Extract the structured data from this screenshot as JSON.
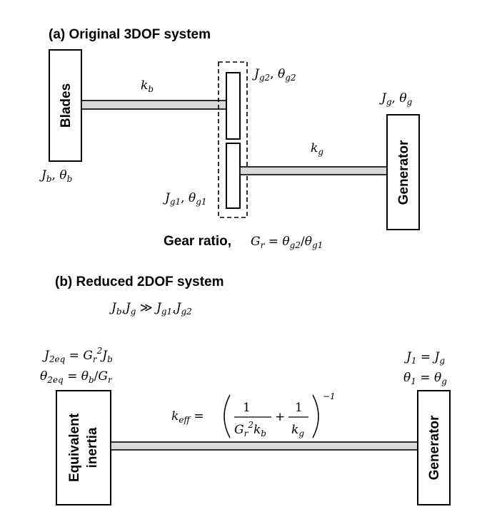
{
  "panel_a": {
    "heading": "(a) Original 3DOF system",
    "blades_label": "Blades",
    "generator_label": "Generator",
    "kb": "k_b",
    "kg": "k_g",
    "blades_inertia": "J_b, θ_b",
    "gear2_inertia": "J_g2, θ_g2",
    "gear1_inertia": "J_g1, θ_g1",
    "generator_inertia": "J_g, θ_g",
    "gear_ratio_text": "Gear ratio,",
    "gear_ratio_formula": "G_r = θ_g2/θ_g1"
  },
  "panel_b": {
    "heading": "(b) Reduced 2DOF system",
    "assumption": "J_b, J_g ≫ J_g1, J_g2",
    "equiv_label_line1": "Equivalent",
    "equiv_label_line2": "inertia",
    "generator_label": "Generator",
    "j2eq": "J_2eq = G_r^2 J_b",
    "theta2eq": "θ_2eq = θ_b/G_r",
    "j1": "J_1 = J_g",
    "theta1": "θ_1 = θ_g",
    "keff": "k_eff = (1/(G_r^2 k_b) + 1/k_g)^-1"
  },
  "colors": {
    "shaft_fill": "#d9d9d9",
    "stroke": "#000000",
    "background": "#ffffff"
  }
}
